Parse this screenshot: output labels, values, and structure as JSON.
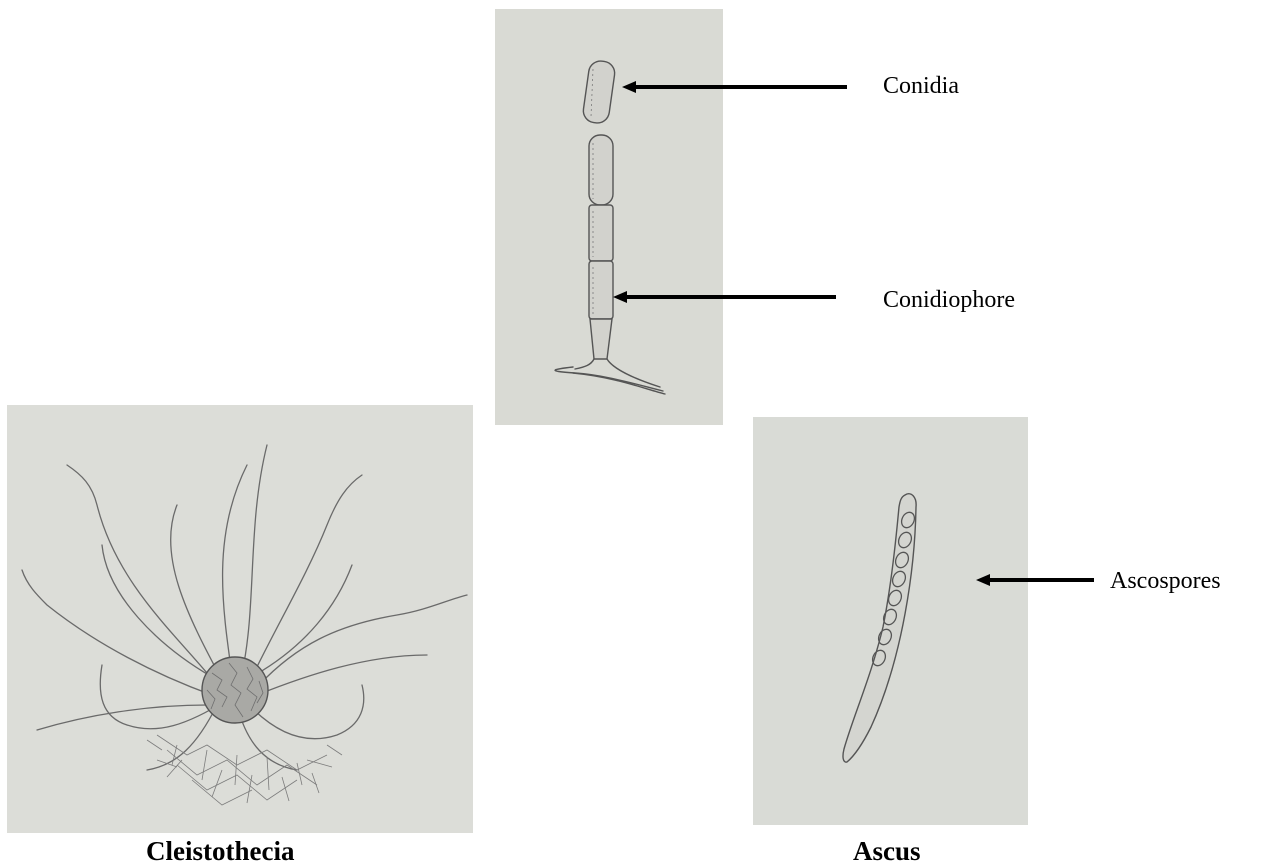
{
  "labels": {
    "conidia": "Conidia",
    "conidiophore": "Conidiophore",
    "ascospores": "Ascospores"
  },
  "captions": {
    "cleistothecia": "Cleistothecia",
    "ascus": "Ascus"
  },
  "colors": {
    "paper": "#d9dad5",
    "paper_light": "#dcddd8",
    "pencil": "#555555",
    "arrow": "#000000",
    "text": "#000000"
  },
  "icons": {
    "arrow": "left-arrow-icon"
  }
}
